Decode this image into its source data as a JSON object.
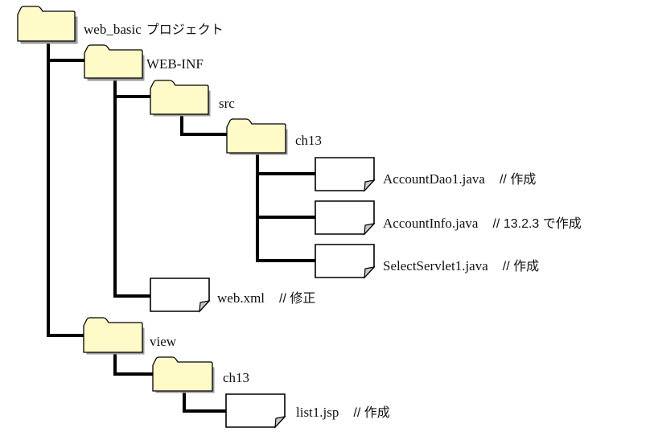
{
  "diagram": {
    "title": "web_basic project file tree",
    "colors": {
      "folder_fill": "#fffbc8",
      "file_fill": "#ffffff",
      "fold_fill": "#c8c8c8",
      "line": "#000000"
    },
    "nodes": [
      {
        "id": "root",
        "type": "folder",
        "name": "web_basic",
        "suffix": "プロジェクト",
        "comment": ""
      },
      {
        "id": "web-inf",
        "type": "folder",
        "name": "WEB-INF",
        "comment": "",
        "parent": "root"
      },
      {
        "id": "src",
        "type": "folder",
        "name": "src",
        "comment": "",
        "parent": "web-inf"
      },
      {
        "id": "src-ch13",
        "type": "folder",
        "name": "ch13",
        "comment": "",
        "parent": "src"
      },
      {
        "id": "account-dao1",
        "type": "file",
        "name": "AccountDao1.java",
        "comment": "// 作成",
        "parent": "src-ch13"
      },
      {
        "id": "account-info",
        "type": "file",
        "name": "AccountInfo.java",
        "comment": "// 13.2.3 で作成",
        "parent": "src-ch13"
      },
      {
        "id": "select-servlet1",
        "type": "file",
        "name": "SelectServlet1.java",
        "comment": "// 作成",
        "parent": "src-ch13"
      },
      {
        "id": "web-xml",
        "type": "file",
        "name": "web.xml",
        "comment": "// 修正",
        "parent": "web-inf"
      },
      {
        "id": "view",
        "type": "folder",
        "name": "view",
        "comment": "",
        "parent": "root"
      },
      {
        "id": "view-ch13",
        "type": "folder",
        "name": "ch13",
        "comment": "",
        "parent": "view"
      },
      {
        "id": "list1-jsp",
        "type": "file",
        "name": "list1.jsp",
        "comment": "// 作成",
        "parent": "view-ch13"
      }
    ]
  }
}
